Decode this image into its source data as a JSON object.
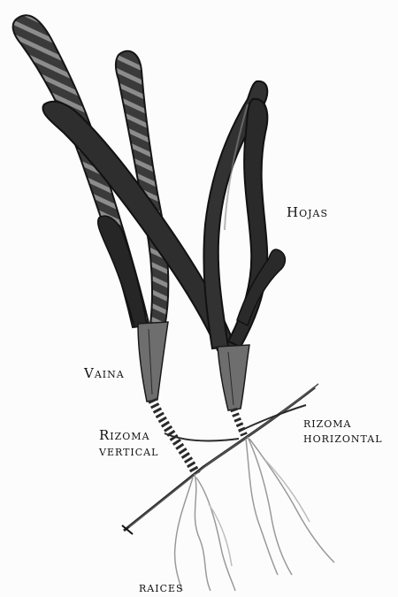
{
  "labels": {
    "hojas": "Hojas",
    "vaina": "Vaina",
    "rizoma_vertical_line1": "Rizoma",
    "rizoma_vertical_line2": "vertical",
    "rizoma_horizontal_line1": "rizoma",
    "rizoma_horizontal_line2": "horizontal",
    "raices": "raices"
  },
  "colors": {
    "leaf": "#3a3a3a",
    "leaf_dark": "#151515",
    "leaf_highlight": "#8a8a8a",
    "sheath": "#6e6e6e",
    "rhizome": "#2a2a2a",
    "roots": "#9a9a9a"
  }
}
